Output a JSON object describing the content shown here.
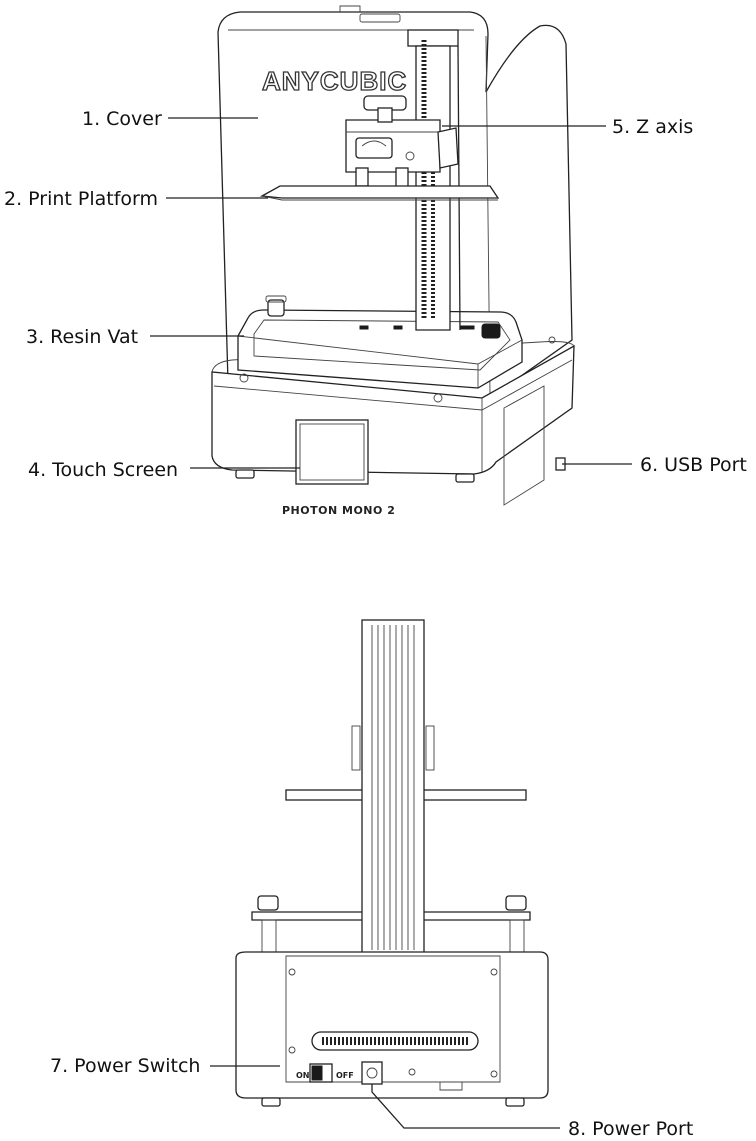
{
  "labels": {
    "cover": "1. Cover",
    "print_platform": "2. Print Platform",
    "resin_vat": "3. Resin Vat",
    "touch_screen": "4. Touch Screen",
    "z_axis": "5. Z axis",
    "usb_port": "6. USB Port",
    "power_switch": "7. Power Switch",
    "power_port": "8. Power Port"
  },
  "device_text": {
    "brand": "ANYCUBIC",
    "model": "PHOTON MONO 2",
    "switch_on": "ON",
    "switch_off": "OFF"
  }
}
